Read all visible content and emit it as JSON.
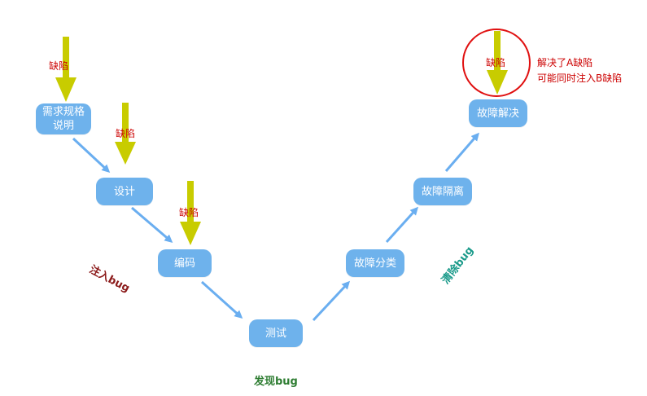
{
  "nodes": {
    "requirements": "需求规格\n说明",
    "design": "设计",
    "coding": "编码",
    "testing": "测试",
    "fault_classify": "故障分类",
    "fault_isolate": "故障隔离",
    "fault_resolve": "故障解决"
  },
  "defect_labels": {
    "defect_1": "缺陷",
    "defect_2": "缺陷",
    "defect_3": "缺陷",
    "defect_4": "缺陷"
  },
  "phase_labels": {
    "inject_bug": "注入bug",
    "find_bug": "发现bug",
    "clear_bug": "清除bug"
  },
  "note": {
    "line1": "解决了A缺陷",
    "line2": "可能同时注入B缺陷"
  },
  "colors": {
    "node_fill": "#6eb2ec",
    "flow_arrow": "#6aaef0",
    "defect_arrow": "#c8cc00",
    "defect_text": "#cc0000",
    "inject_text": "#8b1a1a",
    "find_text": "#2e7d32",
    "clear_text": "#1a9a8a",
    "highlight_circle": "#e01010"
  }
}
